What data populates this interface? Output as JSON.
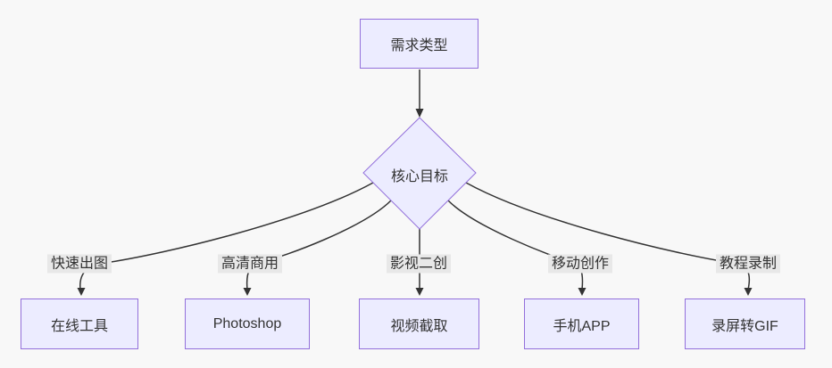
{
  "diagram": {
    "type": "flowchart",
    "direction": "top-down",
    "colors": {
      "background": "#f8f8f8",
      "node_fill": "#ececff",
      "node_border": "#9370db",
      "edge_line": "#333333",
      "edge_label_background": "#e8e8e8",
      "text": "#333333"
    },
    "nodes": {
      "root": {
        "label": "需求类型",
        "shape": "rectangle"
      },
      "decision": {
        "label": "核心目标",
        "shape": "diamond"
      },
      "leaves": [
        {
          "label": "在线工具",
          "shape": "rectangle"
        },
        {
          "label": "Photoshop",
          "shape": "rectangle"
        },
        {
          "label": "视频截取",
          "shape": "rectangle"
        },
        {
          "label": "手机APP",
          "shape": "rectangle"
        },
        {
          "label": "录屏转GIF",
          "shape": "rectangle"
        }
      ]
    },
    "edges": [
      {
        "from": "需求类型",
        "to": "核心目标",
        "label": ""
      },
      {
        "from": "核心目标",
        "to": "在线工具",
        "label": "快速出图"
      },
      {
        "from": "核心目标",
        "to": "Photoshop",
        "label": "高清商用"
      },
      {
        "from": "核心目标",
        "to": "视频截取",
        "label": "影视二创"
      },
      {
        "from": "核心目标",
        "to": "手机APP",
        "label": "移动创作"
      },
      {
        "from": "核心目标",
        "to": "录屏转GIF",
        "label": "教程录制"
      }
    ]
  }
}
